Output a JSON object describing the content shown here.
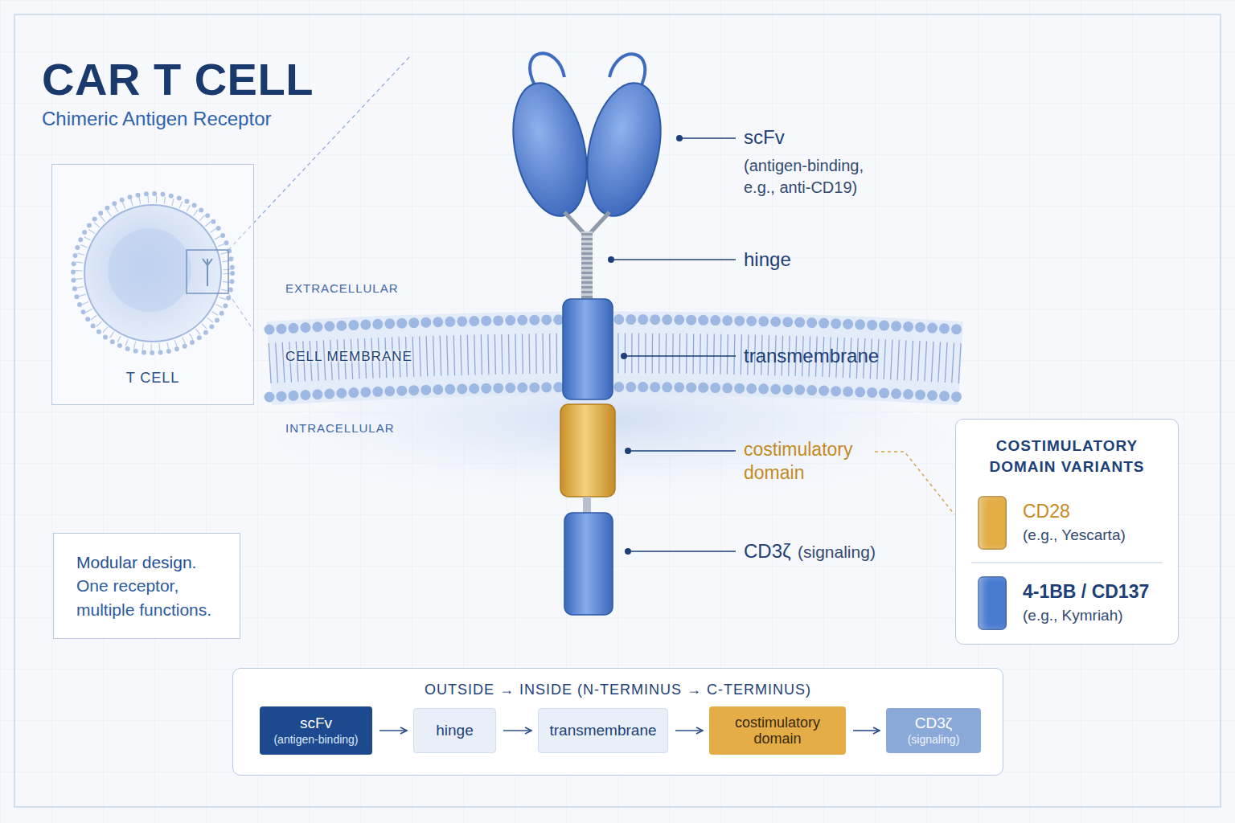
{
  "diagram": {
    "title": "CAR T CELL",
    "nodes": [
      {
        "text": [
          "T CELL"
        ]
      },
      {
        "text": [
          "COSTIMULATORY DOMAIN VARIANTS"
        ]
      },
      {
        "text": [
          "Modular design.",
          "One receptor, multiple functions."
        ]
      },
      {
        "text": [
          "OUTSIDE → INSIDE (N-TERMINUS → C-TERMINUS)"
        ]
      },
      {
        "text": [
          "scFv",
          "(antigen-binding)"
        ],
        "in": 3
      },
      {
        "text": [
          "hinge"
        ],
        "in": 3
      },
      {
        "text": [
          "transmembrane"
        ],
        "in": 3
      },
      {
        "text": [
          "costimulatory domain"
        ],
        "in": 3
      },
      {
        "text": [
          "CD3ζ",
          "(signaling)"
        ],
        "in": 3
      }
    ],
    "edges": [
      {
        "from": 4,
        "to": 5,
        "arrow": "to"
      },
      {
        "from": 5,
        "to": 6,
        "arrow": "to"
      },
      {
        "from": 6,
        "to": 7,
        "arrow": "to"
      },
      {
        "from": 7,
        "to": 8,
        "arrow": "to"
      }
    ],
    "labels": [
      "Chimeric Antigen Receptor",
      "EXTRACELLULAR",
      "CELL MEMBRANE",
      "INTRACELLULAR",
      "scFv",
      "(antigen-binding, e.g., anti-CD19)",
      "hinge",
      "transmembrane",
      "costimulatory domain",
      "CD3ζ",
      "(signaling)",
      "(e.g., Yescarta)",
      "(e.g., Kymriah)"
    ],
    "legend": [
      {
        "text": "CD28",
        "color": "#e2ad45"
      },
      {
        "text": "4-1BB / CD137",
        "color": "#4a7bd0"
      }
    ]
  }
}
